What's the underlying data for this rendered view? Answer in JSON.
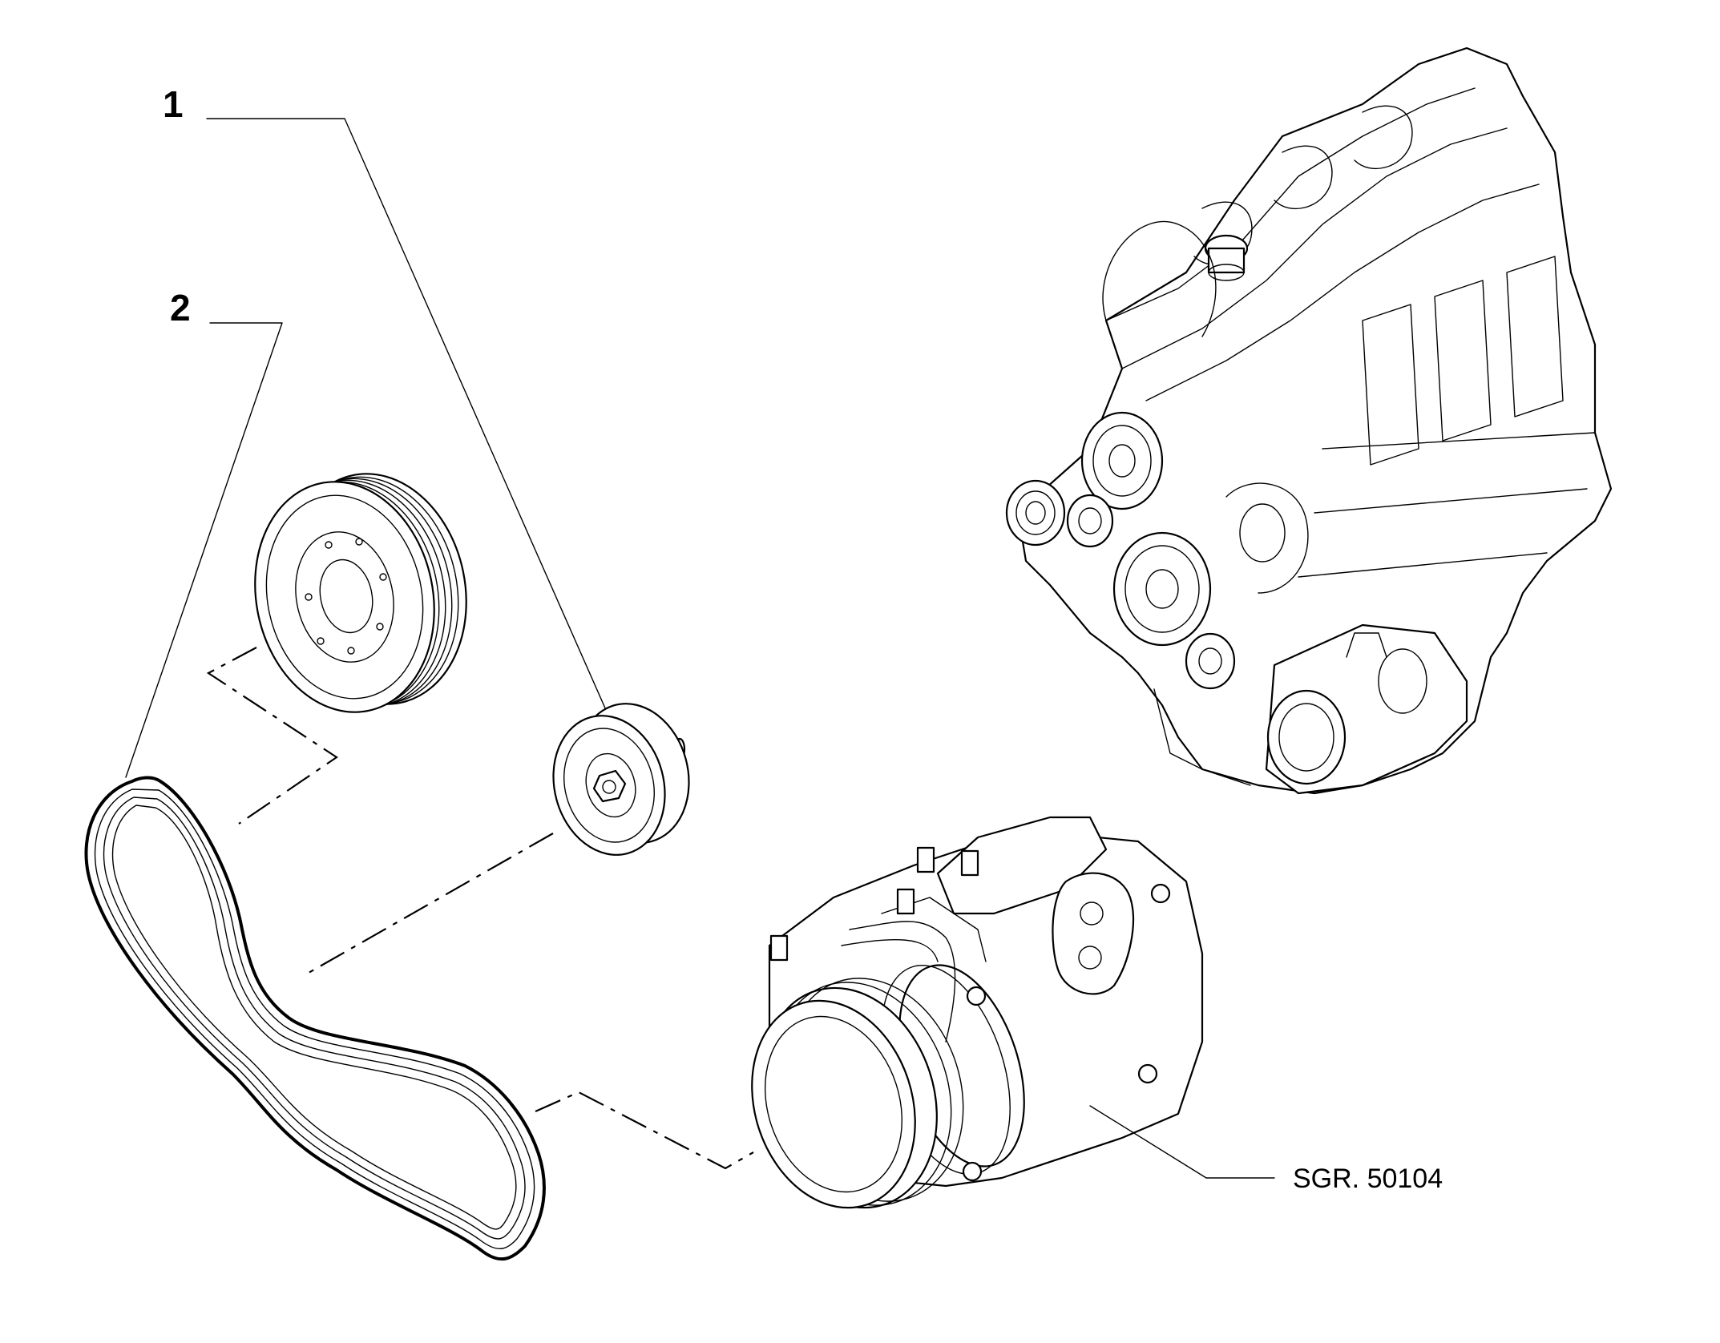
{
  "callouts": [
    {
      "number": "1",
      "part": "idler-pulley"
    },
    {
      "number": "2",
      "part": "poly-v-belt"
    }
  ],
  "reference": {
    "label": "SGR. 50104",
    "part": "ac-compressor"
  }
}
